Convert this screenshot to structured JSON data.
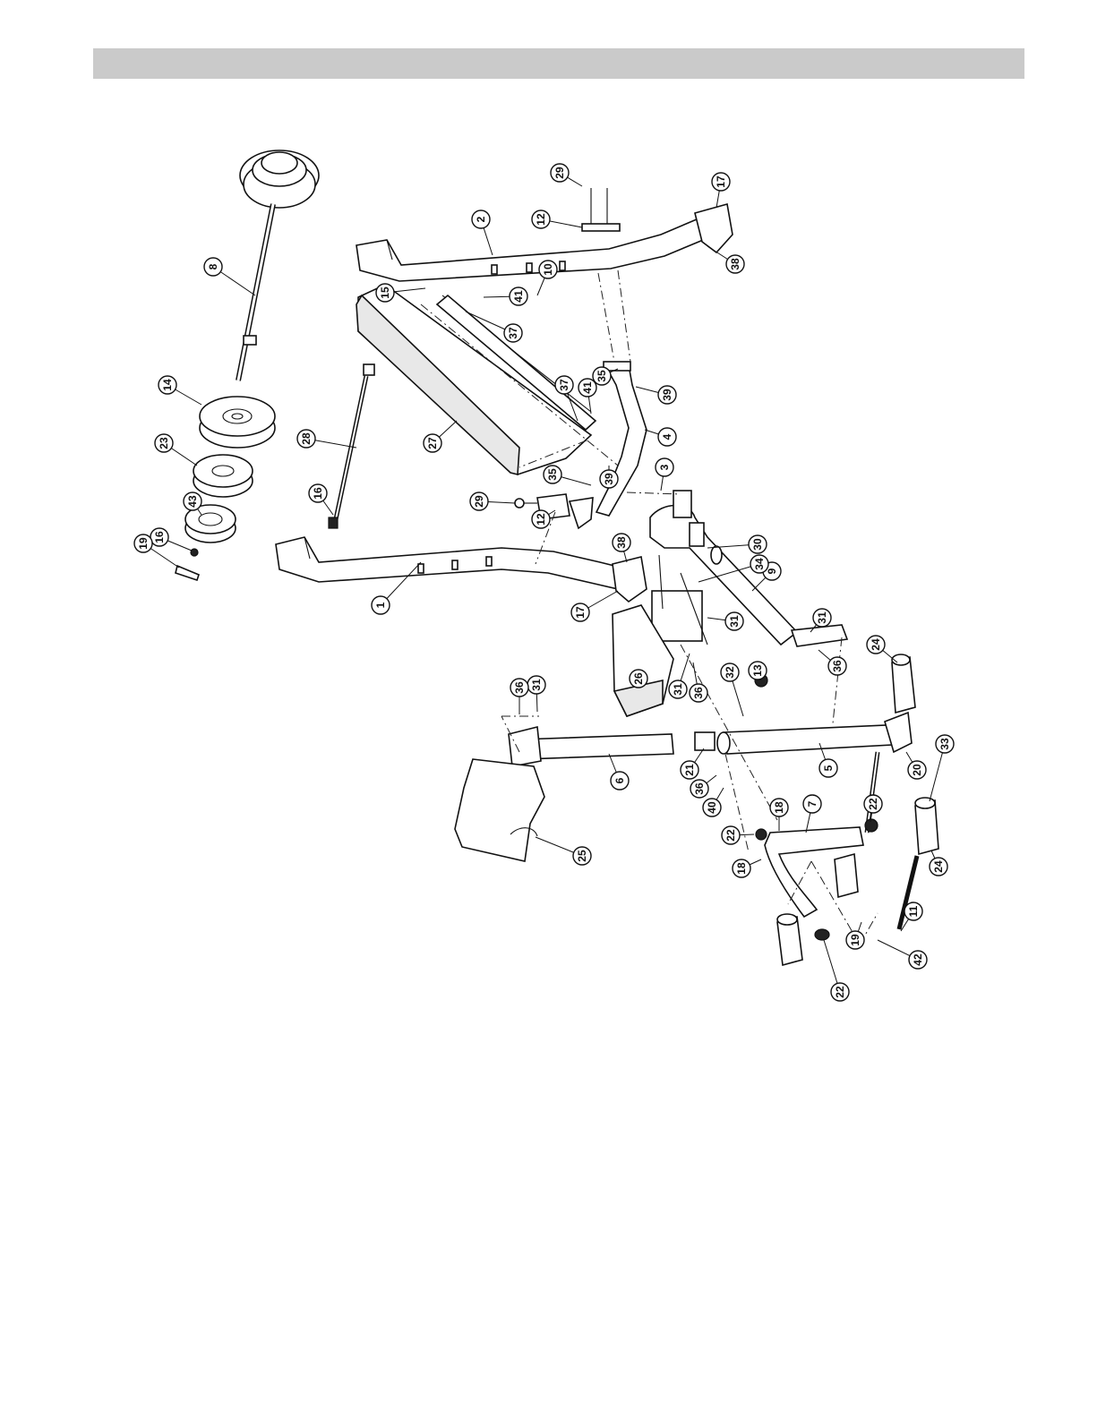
{
  "callouts": [
    {
      "label": "1"
    },
    {
      "label": "2"
    },
    {
      "label": "3"
    },
    {
      "label": "4"
    },
    {
      "label": "5"
    },
    {
      "label": "6"
    },
    {
      "label": "7"
    },
    {
      "label": "8"
    },
    {
      "label": "9"
    },
    {
      "label": "10"
    },
    {
      "label": "11"
    },
    {
      "label": "12"
    },
    {
      "label": "12"
    },
    {
      "label": "13"
    },
    {
      "label": "14"
    },
    {
      "label": "15"
    },
    {
      "label": "16"
    },
    {
      "label": "16"
    },
    {
      "label": "17"
    },
    {
      "label": "17"
    },
    {
      "label": "18"
    },
    {
      "label": "18"
    },
    {
      "label": "19"
    },
    {
      "label": "19"
    },
    {
      "label": "20"
    },
    {
      "label": "21"
    },
    {
      "label": "22"
    },
    {
      "label": "22"
    },
    {
      "label": "22"
    },
    {
      "label": "23"
    },
    {
      "label": "24"
    },
    {
      "label": "24"
    },
    {
      "label": "25"
    },
    {
      "label": "26"
    },
    {
      "label": "27"
    },
    {
      "label": "28"
    },
    {
      "label": "29"
    },
    {
      "label": "29"
    },
    {
      "label": "30"
    },
    {
      "label": "31"
    },
    {
      "label": "31"
    },
    {
      "label": "31"
    },
    {
      "label": "31"
    },
    {
      "label": "32"
    },
    {
      "label": "33"
    },
    {
      "label": "34"
    },
    {
      "label": "35"
    },
    {
      "label": "35"
    },
    {
      "label": "36"
    },
    {
      "label": "36"
    },
    {
      "label": "36"
    },
    {
      "label": "36"
    },
    {
      "label": "37"
    },
    {
      "label": "37"
    },
    {
      "label": "38"
    },
    {
      "label": "38"
    },
    {
      "label": "39"
    },
    {
      "label": "39"
    },
    {
      "label": "40"
    },
    {
      "label": "41"
    },
    {
      "label": "41"
    },
    {
      "label": "42"
    },
    {
      "label": "43"
    }
  ],
  "colors": {
    "header_bar": "#cacaca",
    "line": "#111111"
  }
}
